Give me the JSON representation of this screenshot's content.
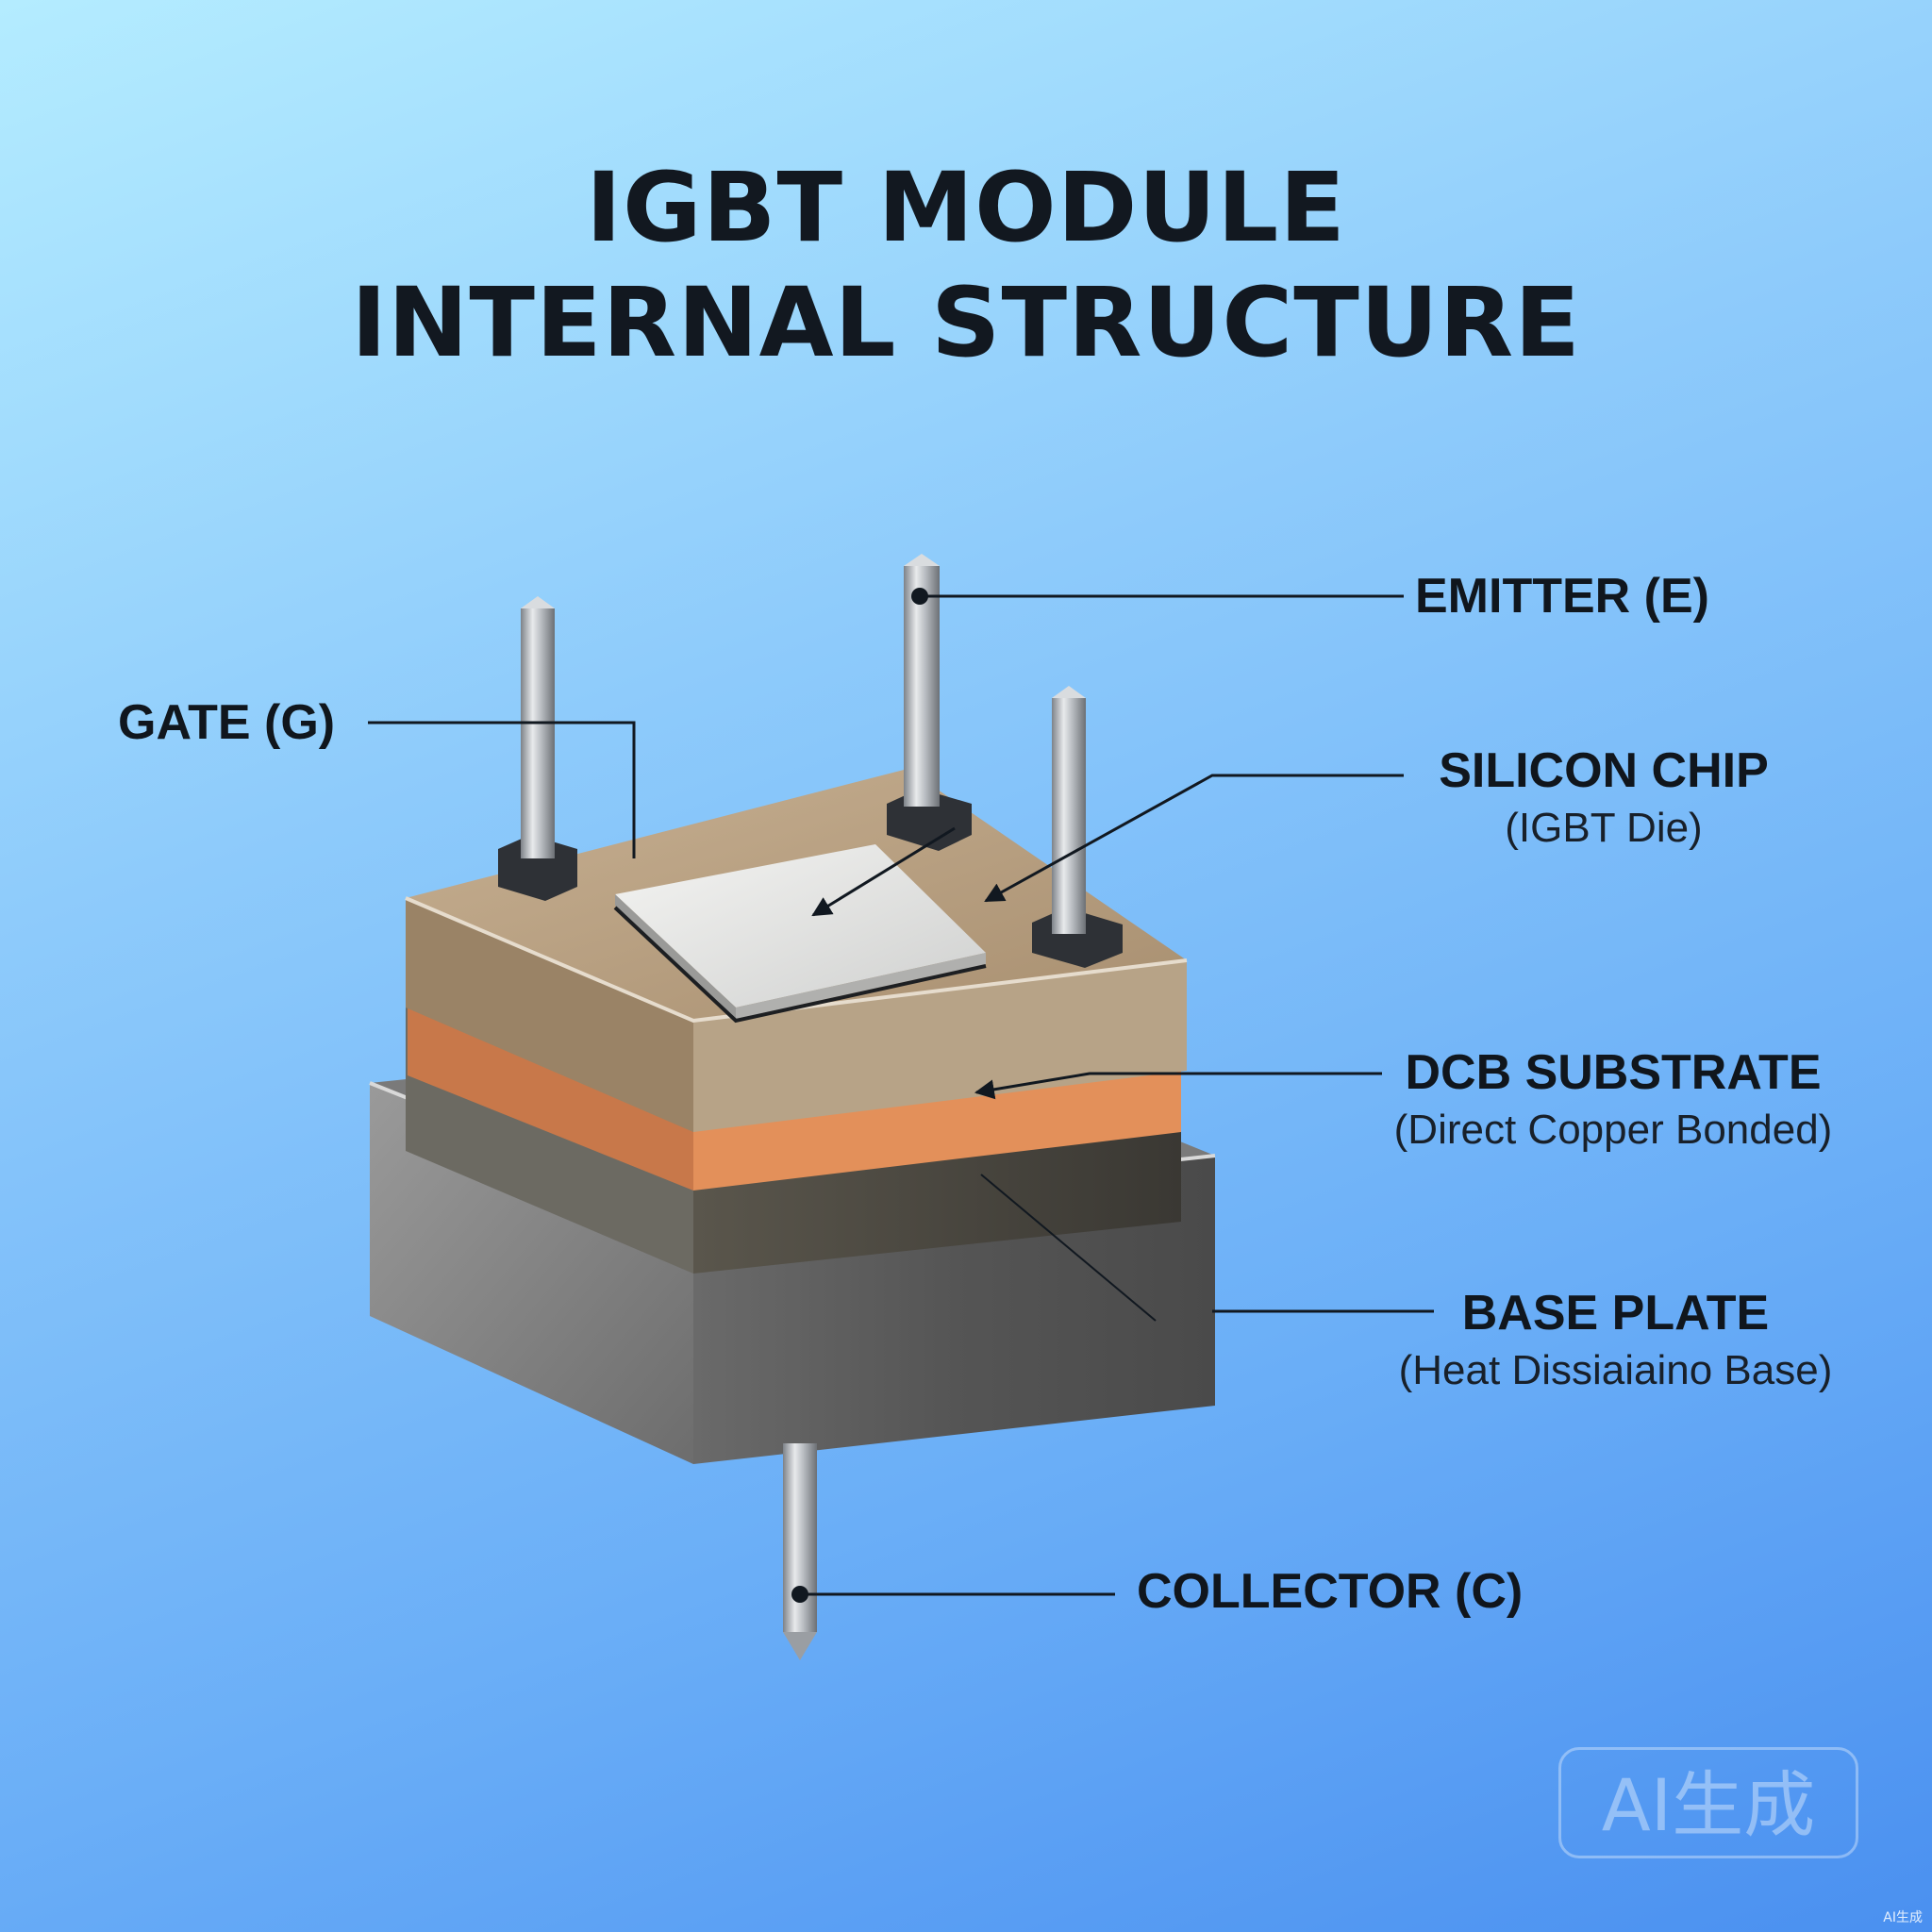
{
  "title": {
    "line1": "IGBT MODULE",
    "line2": "INTERNAL STRUCTURE"
  },
  "labels": {
    "emitter": {
      "main": "EMITTER (E)"
    },
    "gate": {
      "main": "GATE (G)"
    },
    "silicon_chip": {
      "main": "SILICON CHIP",
      "sub": "(IGBT Die)"
    },
    "dcb_substrate": {
      "main": "DCB SUBSTRATE",
      "sub": "(Direct Copper Bonded)"
    },
    "base_plate": {
      "main": "BASE PLATE",
      "sub": "(Heat Dissiaiaino Base)"
    },
    "collector": {
      "main": "COLLECTOR (C)"
    }
  },
  "watermark": {
    "text": "AI生成",
    "corner": "AI生成"
  },
  "colors": {
    "background_top": "#b4ecff",
    "background_bottom": "#4a90f0",
    "copper": "#e38a52",
    "top_plate": "#b59e80",
    "base_plate": "#5e5e5e",
    "text": "#10161d"
  }
}
